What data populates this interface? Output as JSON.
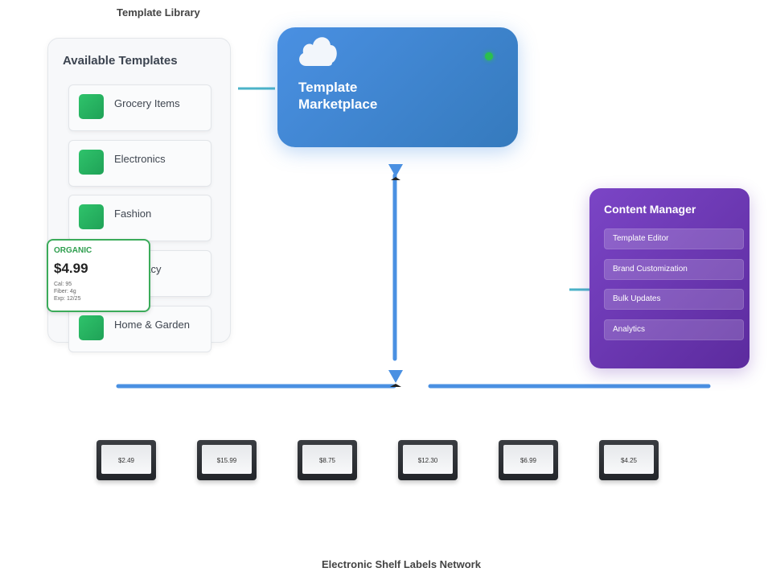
{
  "library": {
    "caption": "Template Library",
    "title": "Available Templates",
    "templates": [
      "Grocery Items",
      "Electronics",
      "Fashion",
      "Pharmacy",
      "Home & Garden"
    ],
    "visible_fragment": "cy"
  },
  "preview_label": {
    "badge": "ORGANIC",
    "price": "$4.99",
    "details": [
      "Cal: 95",
      "Fiber: 4g",
      "Exp: 12/25"
    ]
  },
  "marketplace": {
    "title": "Template Marketplace",
    "icon": "cloud-icon",
    "status_color": "#2bbf4e"
  },
  "content_manager": {
    "title": "Content Manager",
    "items": [
      "Template Editor",
      "Brand Customization",
      "Bulk Updates",
      "Analytics"
    ]
  },
  "shelf_labels": {
    "caption": "Electronic Shelf Labels Network",
    "prices": [
      "$2.49",
      "$15.99",
      "$8.75",
      "$12.30",
      "$6.99",
      "$4.25"
    ]
  },
  "colors": {
    "connector": "#4a90e2",
    "marketplace": "#4a90e2",
    "content_manager": "#6b38b3",
    "template_swatch": "#27b863"
  }
}
